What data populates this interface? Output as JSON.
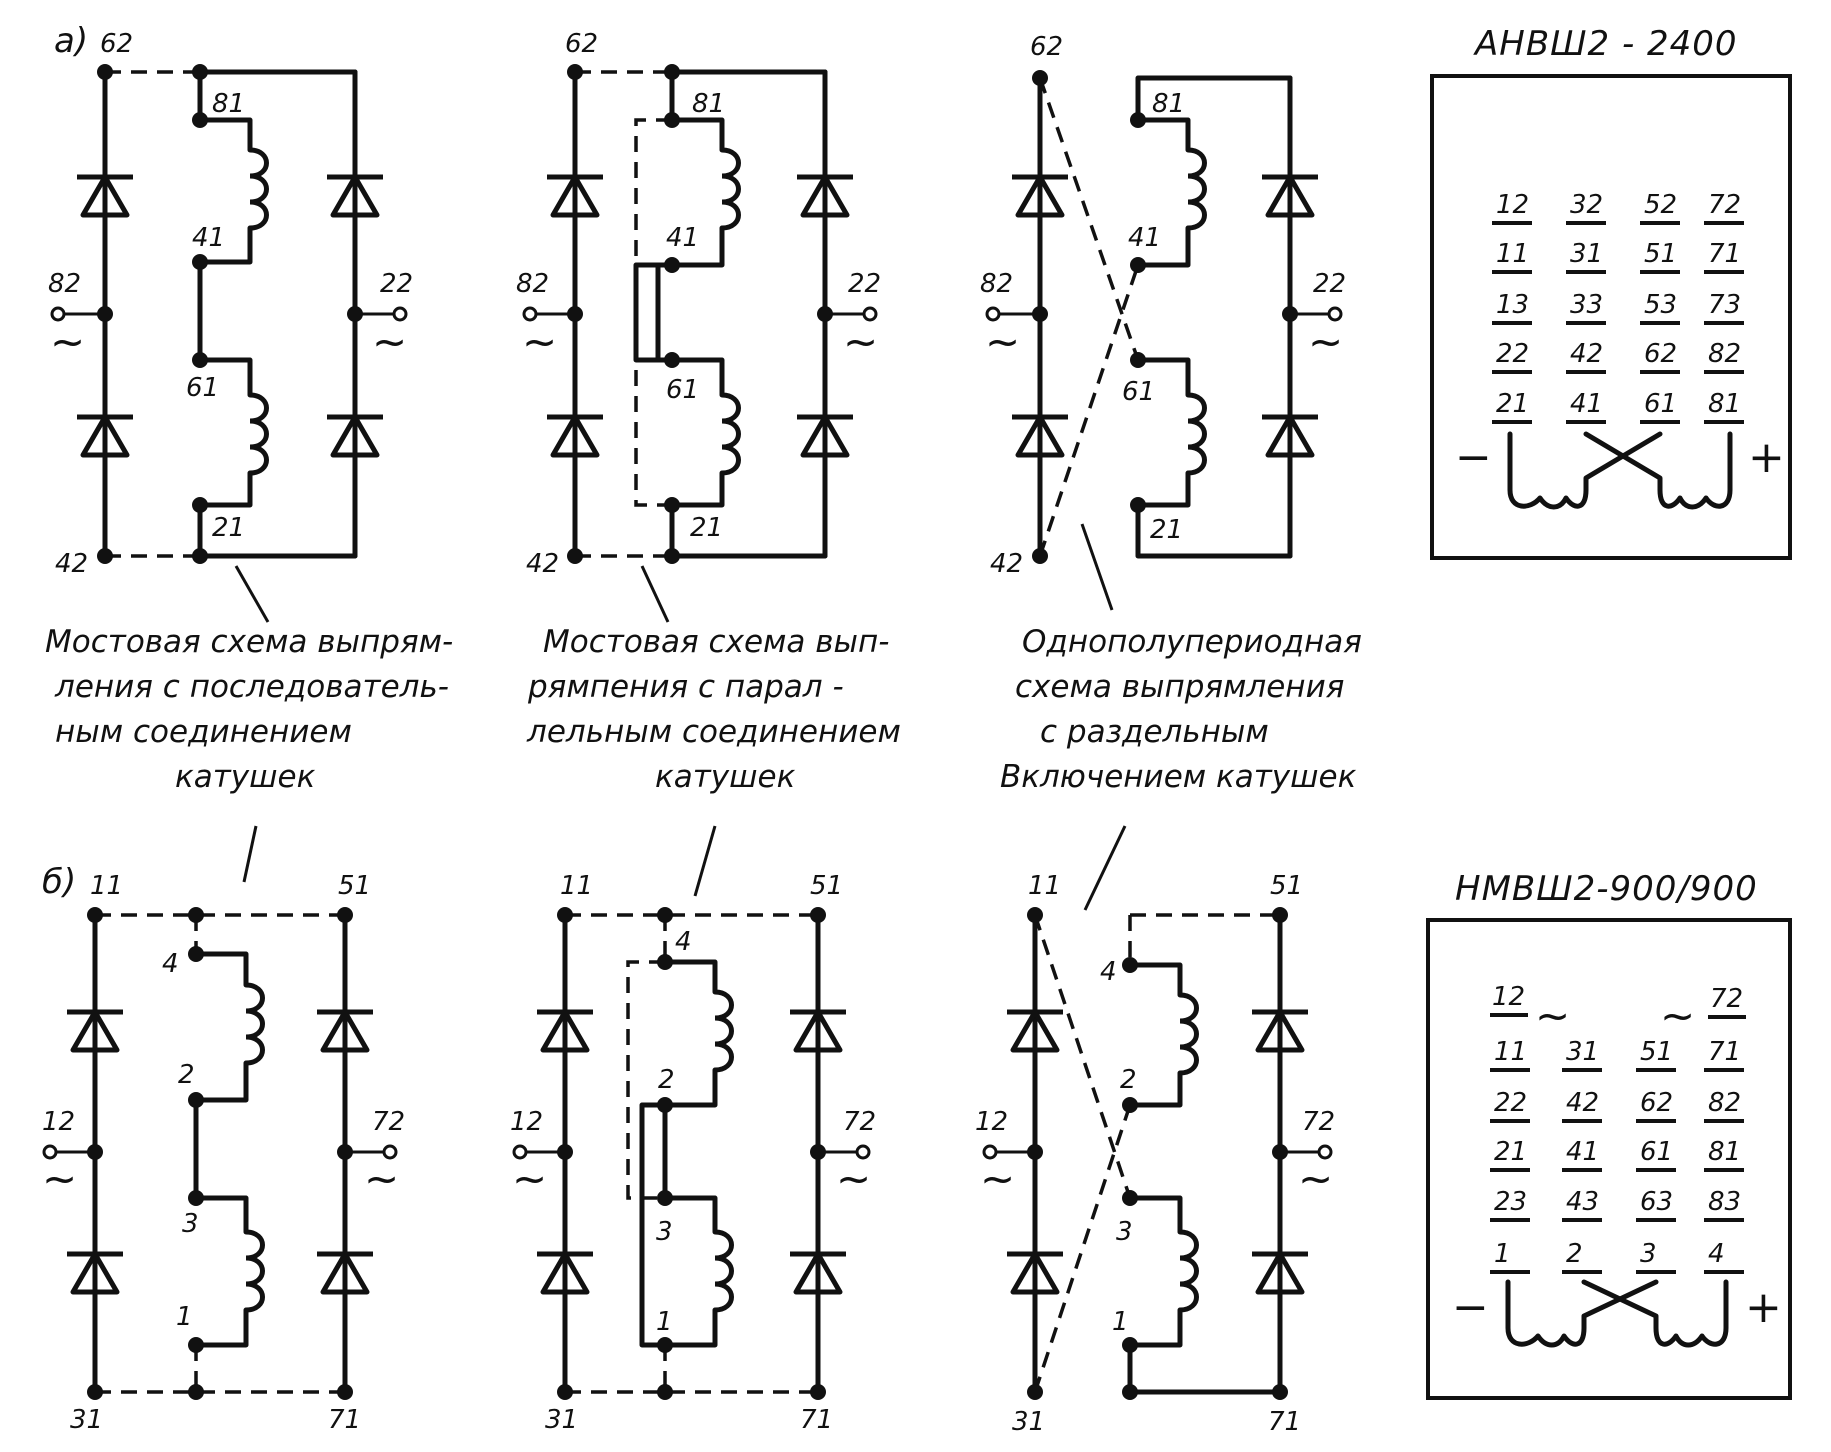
{
  "row_labels": {
    "a": "а)",
    "b": "б)"
  },
  "row_a": {
    "terminals": {
      "top": "62",
      "bottom": "42",
      "left": "82",
      "right": "22",
      "coil_top": "81",
      "coil_mid_upper": "41",
      "coil_mid_lower": "61",
      "coil_bottom": "21"
    }
  },
  "row_b": {
    "terminals": {
      "top": "11",
      "bottom": "31",
      "left": "12",
      "right": "72",
      "coil_top_right": "51",
      "coil_bottom_right": "71",
      "coil_top": "4",
      "coil_mid_upper": "2",
      "coil_mid_lower": "3",
      "coil_bottom": "1"
    }
  },
  "captions": {
    "series": [
      "Мостовая схема выпрям-",
      "ления с последователь-",
      "ным   соединением",
      "катушек"
    ],
    "parallel": [
      "Мостовая  схема вып-",
      "рямпения с парал -",
      "лельным соединением",
      "катушек"
    ],
    "half_wave": [
      "Однополупериодная",
      "схема  выпрямления",
      "с раздельным",
      "Включением катушек"
    ]
  },
  "ac_symbol": "~",
  "panel_a": {
    "title": "АНВШ2 - 2400",
    "rows": [
      [
        "12",
        "32",
        "52",
        "72"
      ],
      [
        "11",
        "31",
        "51",
        "71"
      ],
      [
        "13",
        "33",
        "53",
        "73"
      ],
      [
        "22",
        "42",
        "62",
        "82"
      ],
      [
        "21",
        "41",
        "61",
        "81"
      ]
    ],
    "minus": "−",
    "plus": "+"
  },
  "panel_b": {
    "title": "НМВШ2-900/900",
    "top_row": [
      "12",
      "72"
    ],
    "rows": [
      [
        "11",
        "31",
        "51",
        "71"
      ],
      [
        "22",
        "42",
        "62",
        "82"
      ],
      [
        "21",
        "41",
        "61",
        "81"
      ],
      [
        "23",
        "43",
        "63",
        "83"
      ],
      [
        "1",
        "2",
        "3",
        "4"
      ]
    ],
    "minus": "−",
    "plus": "+"
  }
}
